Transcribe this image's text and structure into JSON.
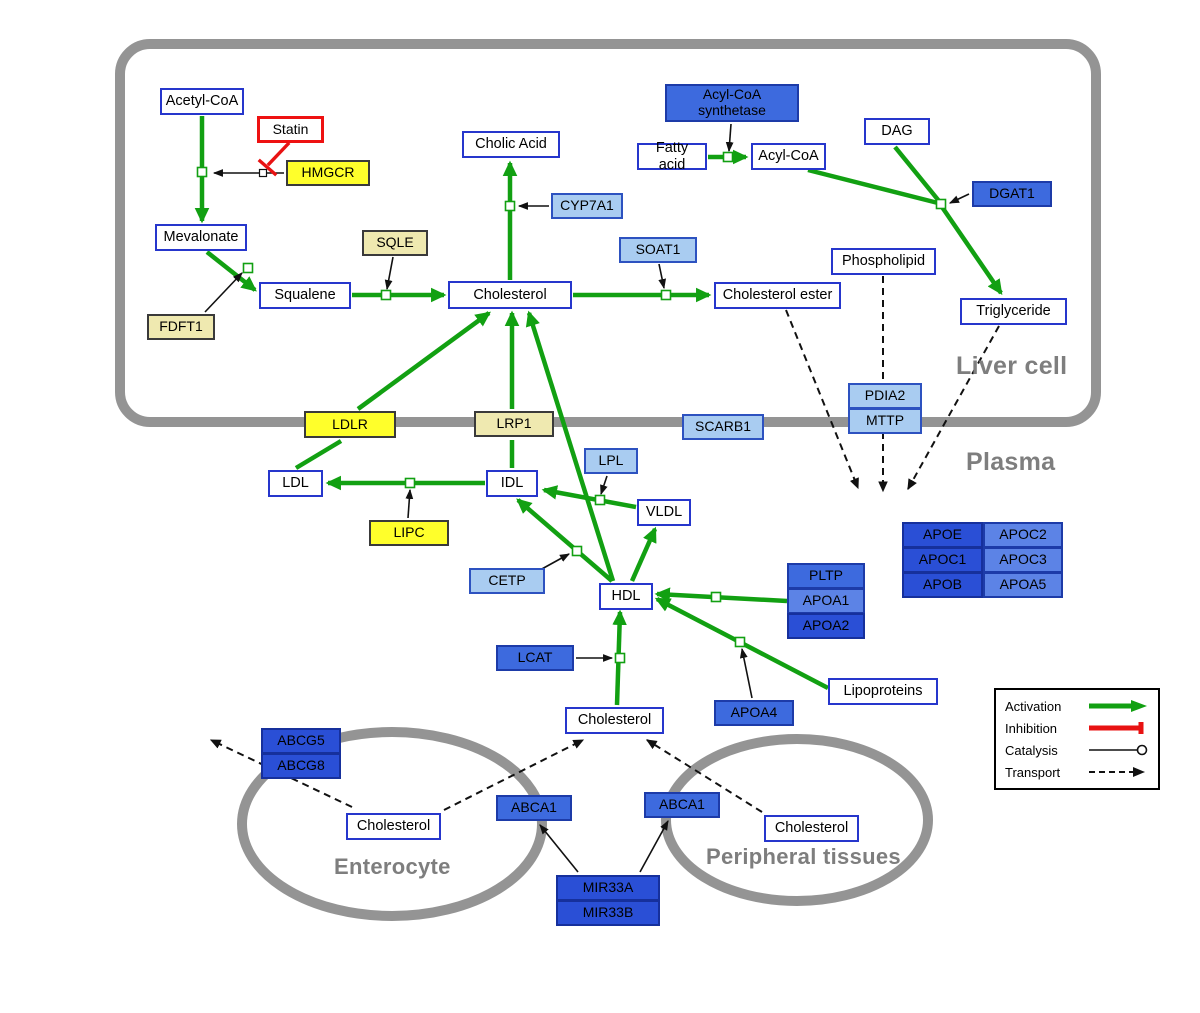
{
  "regions": {
    "liver": "Liver cell",
    "plasma": "Plasma",
    "enterocyte": "Enterocyte",
    "peripheral": "Peripheral tissues"
  },
  "nodes": [
    {
      "id": "acetyl_coa",
      "label": "Acetyl-CoA",
      "kind": "metabolite"
    },
    {
      "id": "statin",
      "label": "Statin",
      "kind": "drug"
    },
    {
      "id": "hmgcr",
      "label": "HMGCR",
      "kind": "yellow"
    },
    {
      "id": "mevalonate",
      "label": "Mevalonate",
      "kind": "metabolite"
    },
    {
      "id": "fdft1",
      "label": "FDFT1",
      "kind": "pale"
    },
    {
      "id": "squalene",
      "label": "Squalene",
      "kind": "metabolite"
    },
    {
      "id": "sqle",
      "label": "SQLE",
      "kind": "pale"
    },
    {
      "id": "cholic_acid",
      "label": "Cholic Acid",
      "kind": "metabolite"
    },
    {
      "id": "cyp7a1",
      "label": "CYP7A1",
      "kind": "light"
    },
    {
      "id": "cholesterol_liver",
      "label": "Cholesterol",
      "kind": "metabolite"
    },
    {
      "id": "soat1",
      "label": "SOAT1",
      "kind": "light"
    },
    {
      "id": "cholesterol_ester",
      "label": "Cholesterol ester",
      "kind": "metabolite"
    },
    {
      "id": "acyl_coa_synthetase",
      "label": "Acyl-CoA synthetase",
      "kind": "blue"
    },
    {
      "id": "fatty_acid",
      "label": "Fatty acid",
      "kind": "metabolite"
    },
    {
      "id": "acyl_coa",
      "label": "Acyl-CoA",
      "kind": "metabolite"
    },
    {
      "id": "dag",
      "label": "DAG",
      "kind": "metabolite"
    },
    {
      "id": "dgat1",
      "label": "DGAT1",
      "kind": "blue"
    },
    {
      "id": "phospholipid",
      "label": "Phospholipid",
      "kind": "metabolite"
    },
    {
      "id": "triglyceride",
      "label": "Triglyceride",
      "kind": "metabolite"
    },
    {
      "id": "ldlr",
      "label": "LDLR",
      "kind": "yellow"
    },
    {
      "id": "lrp1",
      "label": "LRP1",
      "kind": "pale"
    },
    {
      "id": "scarb1",
      "label": "SCARB1",
      "kind": "light"
    },
    {
      "id": "pdia2",
      "label": "PDIA2",
      "kind": "light"
    },
    {
      "id": "mttp",
      "label": "MTTP",
      "kind": "light"
    },
    {
      "id": "ldl",
      "label": "LDL",
      "kind": "metabolite"
    },
    {
      "id": "idl",
      "label": "IDL",
      "kind": "metabolite"
    },
    {
      "id": "lpl",
      "label": "LPL",
      "kind": "light"
    },
    {
      "id": "vldl",
      "label": "VLDL",
      "kind": "metabolite"
    },
    {
      "id": "lipc",
      "label": "LIPC",
      "kind": "yellow"
    },
    {
      "id": "cetp",
      "label": "CETP",
      "kind": "light"
    },
    {
      "id": "hdl",
      "label": "HDL",
      "kind": "metabolite"
    },
    {
      "id": "lcat",
      "label": "LCAT",
      "kind": "blue"
    },
    {
      "id": "pltp",
      "label": "PLTP",
      "kind": "blue"
    },
    {
      "id": "apoa1",
      "label": "APOA1",
      "kind": "blue2"
    },
    {
      "id": "apoa2",
      "label": "APOA2",
      "kind": "dark"
    },
    {
      "id": "apoe",
      "label": "APOE",
      "kind": "dark"
    },
    {
      "id": "apoc2",
      "label": "APOC2",
      "kind": "blue2"
    },
    {
      "id": "apoc1",
      "label": "APOC1",
      "kind": "dark"
    },
    {
      "id": "apoc3",
      "label": "APOC3",
      "kind": "blue2"
    },
    {
      "id": "apob",
      "label": "APOB",
      "kind": "dark"
    },
    {
      "id": "apoa5",
      "label": "APOA5",
      "kind": "blue2"
    },
    {
      "id": "apoa4",
      "label": "APOA4",
      "kind": "blue"
    },
    {
      "id": "lipoproteins",
      "label": "Lipoproteins",
      "kind": "metabolite"
    },
    {
      "id": "cholesterol_plasma",
      "label": "Cholesterol",
      "kind": "metabolite"
    },
    {
      "id": "abcg5",
      "label": "ABCG5",
      "kind": "dark"
    },
    {
      "id": "abcg8",
      "label": "ABCG8",
      "kind": "dark"
    },
    {
      "id": "cholesterol_enterocyte",
      "label": "Cholesterol",
      "kind": "metabolite"
    },
    {
      "id": "abca1_enterocyte",
      "label": "ABCA1",
      "kind": "blue"
    },
    {
      "id": "abca1_peripheral",
      "label": "ABCA1",
      "kind": "blue"
    },
    {
      "id": "cholesterol_peripheral",
      "label": "Cholesterol",
      "kind": "metabolite"
    },
    {
      "id": "mir33a",
      "label": "MIR33A",
      "kind": "dark"
    },
    {
      "id": "mir33b",
      "label": "MIR33B",
      "kind": "dark"
    }
  ],
  "legend": {
    "items": [
      {
        "label": "Activation",
        "symbol": "activation-arrow"
      },
      {
        "label": "Inhibition",
        "symbol": "inhibition-tbar"
      },
      {
        "label": "Catalysis",
        "symbol": "catalysis-circle"
      },
      {
        "label": "Transport",
        "symbol": "transport-dashed-arrow"
      }
    ]
  },
  "colors": {
    "activation": "#12a012",
    "inhibition": "#e81212",
    "catalysis": "#111111",
    "transport": "#111111",
    "membrane": "#949494",
    "metabolite_border": "#2636cc",
    "gene_blue": "#3d6ade",
    "gene_blue_light": "#a9ccf1",
    "gene_yellow": "#ffff2b",
    "gene_pale_yellow": "#efe9b0"
  }
}
